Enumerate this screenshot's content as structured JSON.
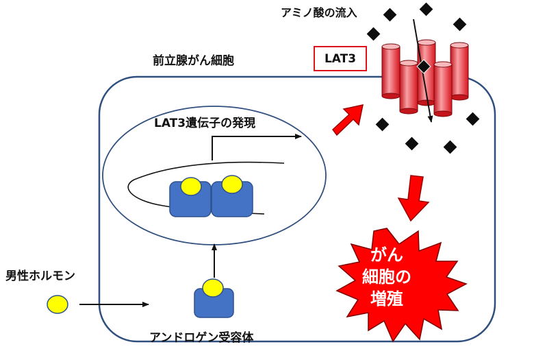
{
  "labels": {
    "cell": "前立腺がん細胞",
    "amino_influx": "アミノ酸の流入",
    "lat3": "LAT3",
    "gene_expression": "LAT3遺伝子の発現",
    "male_hormone": "男性ホルモン",
    "receptor": "アンドロゲン受容体"
  },
  "burst": {
    "line1": "がん",
    "line2": "細胞の",
    "line3": "増殖"
  },
  "colors": {
    "cell_border": "#2f4f7f",
    "receptor_blue": "#4472c4",
    "hormone_yellow": "#ffff00",
    "transporter_red": "#e8202a",
    "burst_red": "#ff0000",
    "diamond": "#0d0d0d"
  }
}
